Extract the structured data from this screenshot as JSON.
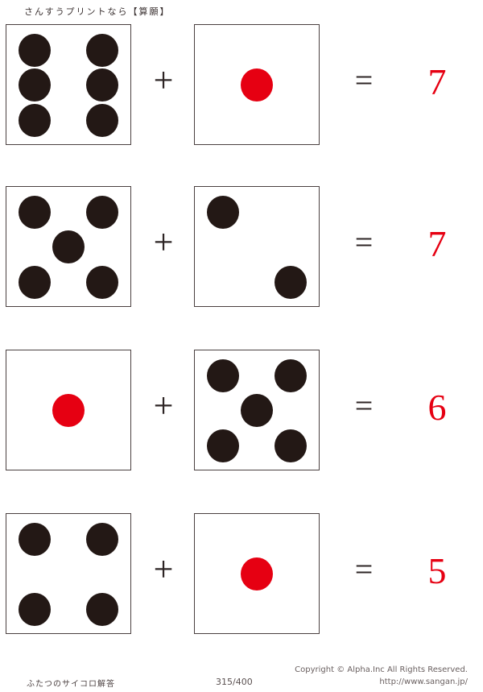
{
  "header": {
    "title": "さんすうプリントなら【算願】"
  },
  "colors": {
    "pip_black": "#231815",
    "pip_red": "#e60012",
    "die_border": "#4a4040",
    "answer_red": "#e60012",
    "operator": "#2d2424"
  },
  "operators": {
    "plus": "+",
    "equals": "="
  },
  "problems": [
    {
      "index": 1,
      "left_die": {
        "value": 6,
        "pip_color": "black",
        "pips": [
          "tl",
          "tr",
          "ml",
          "mr",
          "bl",
          "br"
        ]
      },
      "right_die": {
        "value": 1,
        "pip_color": "red",
        "pips": [
          "center"
        ]
      },
      "answer": "7"
    },
    {
      "index": 2,
      "left_die": {
        "value": 5,
        "pip_color": "black",
        "pips": [
          "tl",
          "tr",
          "center",
          "bl",
          "br"
        ]
      },
      "right_die": {
        "value": 2,
        "pip_color": "black",
        "pips": [
          "tl",
          "br"
        ]
      },
      "answer": "7"
    },
    {
      "index": 3,
      "left_die": {
        "value": 1,
        "pip_color": "red",
        "pips": [
          "center"
        ]
      },
      "right_die": {
        "value": 5,
        "pip_color": "black",
        "pips": [
          "tl",
          "tr",
          "center",
          "bl",
          "br"
        ]
      },
      "answer": "6"
    },
    {
      "index": 4,
      "left_die": {
        "value": 4,
        "pip_color": "black",
        "pips": [
          "tl",
          "tr",
          "bl",
          "br"
        ]
      },
      "right_die": {
        "value": 1,
        "pip_color": "red",
        "pips": [
          "center"
        ]
      },
      "answer": "5"
    }
  ],
  "footer": {
    "sheet_title": "ふたつのサイコロ解答",
    "page_number": "315/400",
    "copyright": "Copyright ©  Alpha.Inc All Rights Reserved.",
    "url": "http://www.sangan.jp/"
  }
}
